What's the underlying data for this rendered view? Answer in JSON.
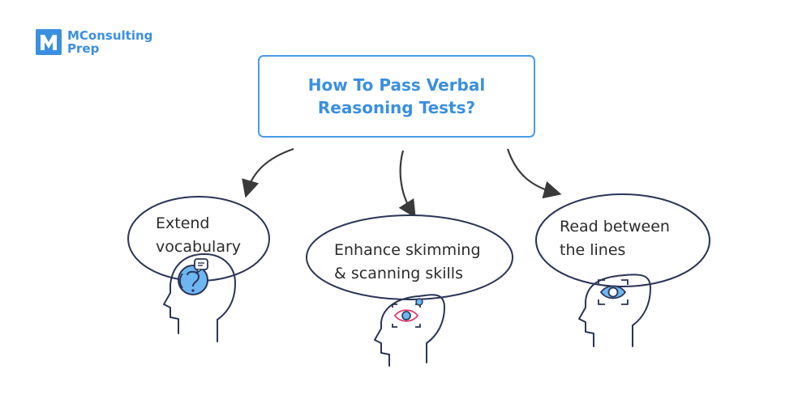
{
  "brand": {
    "line1": "MConsulting",
    "line2": "Prep",
    "mark_letter": "M",
    "color": "#3b8fe0"
  },
  "title": {
    "line1": "How To Pass Verbal",
    "line2": "Reasoning Tests?"
  },
  "tips": [
    {
      "line1": "Extend",
      "line2": "vocabulary",
      "icon": "speech-listening-icon"
    },
    {
      "line1": "Enhance skimming",
      "line2": "& scanning skills",
      "icon": "eye-scan-icon"
    },
    {
      "line1": "Read between",
      "line2": "the lines",
      "icon": "eye-focus-icon"
    }
  ],
  "colors": {
    "accent": "#4a9be8",
    "outline": "#2a3556",
    "arrow": "#3a3a3a",
    "icon_fill": "#6db6f2"
  }
}
